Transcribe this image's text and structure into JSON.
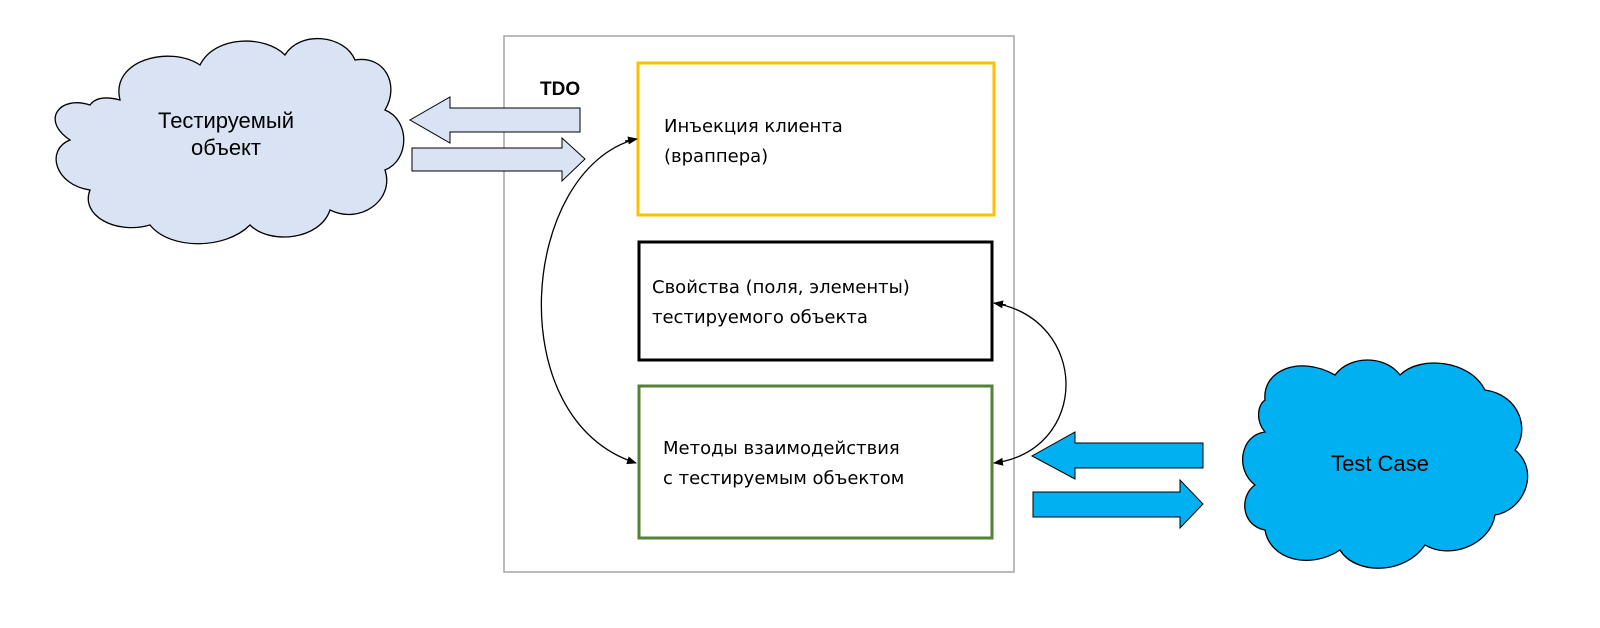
{
  "diagram": {
    "subject_cloud": {
      "lines": [
        "Тестируемый",
        "объект"
      ],
      "fill": "#dae3f3",
      "stroke": "#000000"
    },
    "test_case_cloud": {
      "lines": [
        "Test Case"
      ],
      "fill": "#00b0f0",
      "stroke": "#000000"
    },
    "tdo_container": {
      "label": "TDO",
      "stroke": "#a6a6a6"
    },
    "boxes": {
      "injection": {
        "lines": [
          "Инъекция клиента",
          "(враппера)"
        ],
        "stroke": "#ffc000"
      },
      "properties": {
        "lines": [
          "Свойства (поля, элементы)",
          "тестируемого объекта"
        ],
        "stroke": "#000000"
      },
      "methods": {
        "lines": [
          "Методы взаимодействия",
          "с тестируемым объектом"
        ],
        "stroke": "#548235"
      }
    },
    "arrows": {
      "left_pair_fill": "#dae3f3",
      "right_pair_fill": "#00b0f0",
      "connector_stroke": "#000000"
    }
  }
}
